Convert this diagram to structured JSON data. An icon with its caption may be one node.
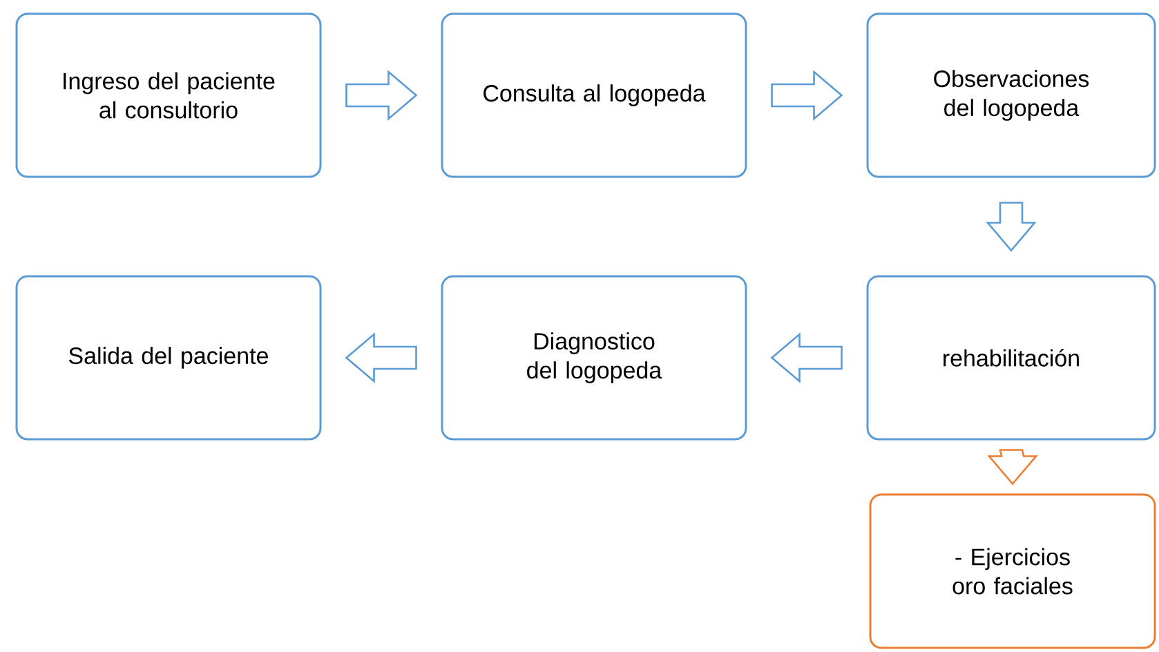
{
  "diagram": {
    "nodes": [
      {
        "text": [
          "Ingreso del paciente al consultorio"
        ]
      },
      {
        "text": [
          "Consulta al logopeda"
        ]
      },
      {
        "text": [
          "Observaciones del logopeda"
        ]
      },
      {
        "text": [
          "rehabilitación"
        ]
      },
      {
        "text": [
          "Diagnostico del logopeda"
        ]
      },
      {
        "text": [
          "Salida del paciente"
        ]
      },
      {
        "text": [
          "- Ejercicios oro faciales"
        ]
      }
    ],
    "edges": [
      {
        "from": 0,
        "to": 1,
        "arrow": "to"
      },
      {
        "from": 1,
        "to": 2,
        "arrow": "to"
      },
      {
        "from": 2,
        "to": 3,
        "arrow": "to"
      },
      {
        "from": 3,
        "to": 4,
        "arrow": "to"
      },
      {
        "from": 4,
        "to": 5,
        "arrow": "to"
      },
      {
        "from": 3,
        "to": 6,
        "arrow": "to",
        "color": "#ed7d31"
      }
    ]
  }
}
